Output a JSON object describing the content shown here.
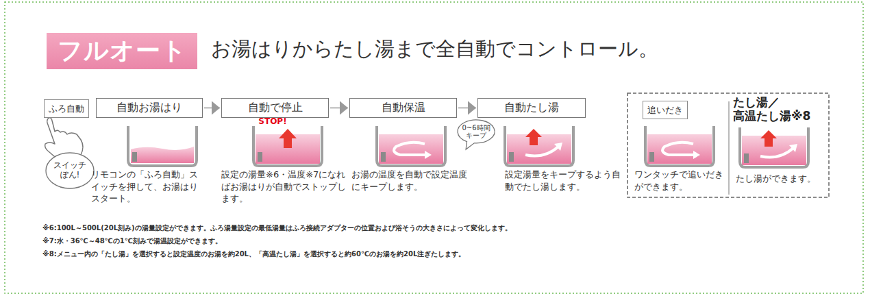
{
  "diagram": {
    "title": "お湯はりからたし湯まで全自動でコントロール。",
    "nodes": [
      {
        "text": [
          "フルオート"
        ]
      },
      {
        "text": [
          "ふろ自動"
        ]
      },
      {
        "text": [
          "スイッチ ぽん!"
        ]
      },
      {
        "text": [
          "自動お湯はり"
        ]
      },
      {
        "text": [
          "自動で停止"
        ]
      },
      {
        "text": [
          "自動保温"
        ]
      },
      {
        "text": [
          "自動たし湯"
        ]
      },
      {
        "text": [
          "0~6時間 キープ"
        ]
      },
      {
        "text": [
          "追いだき"
        ]
      }
    ],
    "edges": [
      {
        "from": 3,
        "to": 4,
        "arrow": "to"
      },
      {
        "from": 4,
        "to": 5,
        "arrow": "to"
      },
      {
        "from": 5,
        "to": 6,
        "arrow": "to"
      }
    ],
    "labels": [
      "STOP!",
      "リモコンの「ふろ自動」スイッチを押して、お湯はりスタート。",
      "設定の湯量※6・温度※7になればお湯はりが自動でストップします。",
      "お湯の温度を自動で設定温度にキープします。",
      "設定湯量をキープするよう自動でたし湯します。",
      "たし湯／ 高温たし湯※8",
      "ワンタッチで追いだきができます。",
      "たし湯ができます。",
      "※6:100L～500L(20L刻み)の湯量設定ができます。ふろ湯量設定の最低湯量はふろ接続アダプターの位置および浴そうの大きさによって変化します。",
      "※7:水・36℃～48℃の1℃刻みで湯温設定ができます。",
      "※8:メニュー内の「たし湯」を選択すると設定温度のお湯を約20L、「高温たし湯」を選択すると約60℃のお湯を約20L注ぎたします。"
    ]
  }
}
